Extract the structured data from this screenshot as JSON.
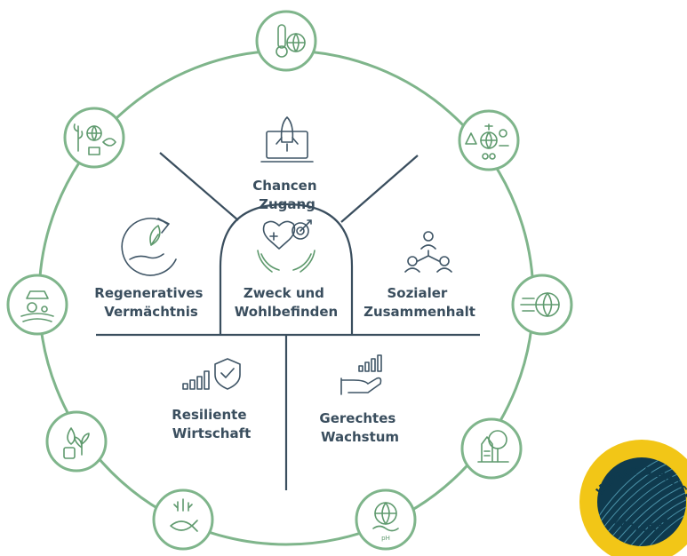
{
  "diagram": {
    "center": {
      "line1": "Zweck und",
      "line2": "Wohlbefinden"
    },
    "segments": {
      "top": {
        "line1": "Chancen",
        "line2": "Zugang",
        "icon": "rocket-laptop-icon"
      },
      "left": {
        "line1": "Regeneratives",
        "line2": "Vermächtnis",
        "icon": "leaf-hand-cycle-icon"
      },
      "right": {
        "line1": "Sozialer",
        "line2": "Zusammenhalt",
        "icon": "people-network-icon"
      },
      "bottom_left": {
        "line1": "Resiliente",
        "line2": "Wirtschaft",
        "icon": "shield-bars-icon"
      },
      "bottom_right": {
        "line1": "Gerechtes",
        "line2": "Wachstum",
        "icon": "hand-growth-bars-icon"
      }
    },
    "ring_icons": [
      "thermometer-globe-icon",
      "science-globe-icon",
      "globe-network-icon",
      "forest-icon",
      "globe-ph-icon",
      "fish-plant-icon",
      "water-plant-icon",
      "farm-tractor-icon",
      "tree-globe-fish-icon"
    ],
    "colors": {
      "ring": "#7fb58b",
      "lines": "#3a4e5e",
      "text": "#3a4e5e",
      "icon_green": "#5f9a6e"
    }
  },
  "badge": {
    "top_text": "SWISS IMPACT & PROSPERITY",
    "bottom_text": "INITIATIVE",
    "colors": {
      "ring": "#f2c617",
      "disc": "#0f3a4e"
    }
  }
}
